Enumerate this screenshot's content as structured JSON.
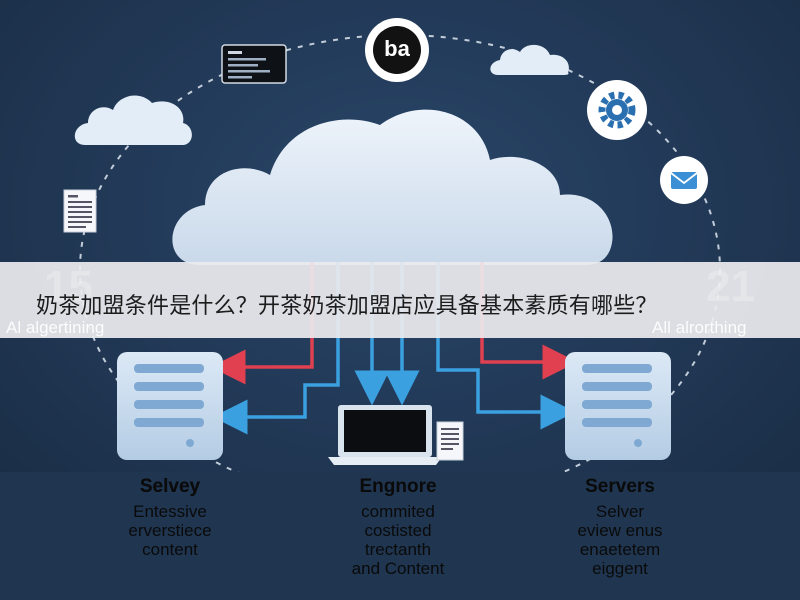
{
  "banner": {
    "title": "奶茶加盟条件是什么？开茶奶茶加盟店应具备基本素质有哪些？"
  },
  "overlay_text": {
    "left": "Al algertining",
    "right": "All alrorthing",
    "left_big": "15",
    "right_big": "21"
  },
  "top_logo": {
    "text": "ba"
  },
  "columns": [
    {
      "title": "Selvey",
      "lines": [
        "Entessive",
        "erverstiece",
        "content"
      ]
    },
    {
      "title": "Engnore",
      "lines": [
        "commited",
        "costisted",
        "trectanth",
        "and Content"
      ]
    },
    {
      "title": "Servers",
      "lines": [
        "Selver",
        "eview enus",
        "enaetetem",
        "eiggent"
      ]
    }
  ],
  "colors": {
    "background": "#1f3550",
    "cloud": "#dde8f3",
    "arrow_red": "#e04050",
    "arrow_blue": "#3aa0e0",
    "server": "#c9dcef",
    "server_slot": "#7fa9d2"
  },
  "icons": [
    "code-window-icon",
    "logo-icon",
    "cloud-small-icon",
    "gear-icon",
    "mail-icon",
    "document-icon",
    "laptop-icon",
    "server-icon"
  ]
}
